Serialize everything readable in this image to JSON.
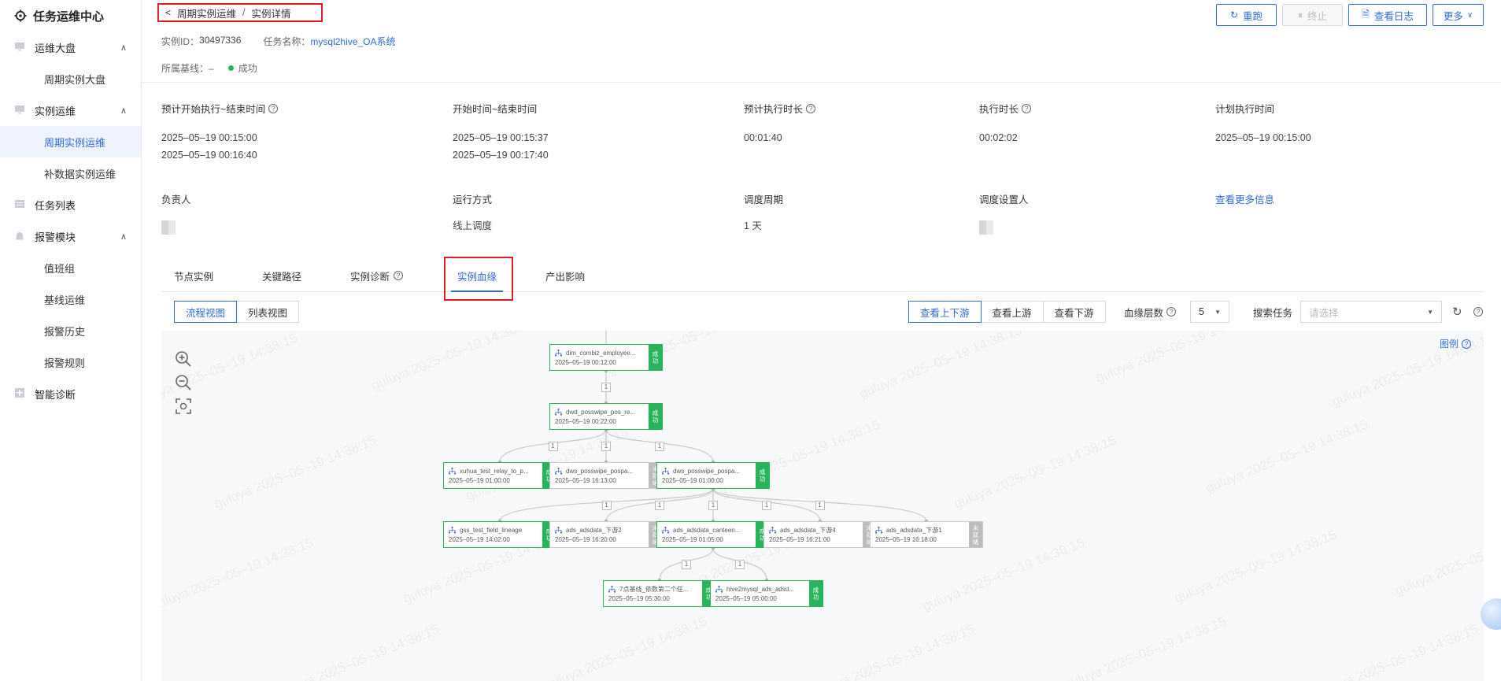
{
  "sidebar": {
    "title": "任务运维中心",
    "groups": [
      {
        "label": "运维大盘",
        "icon": "monitor-icon",
        "expanded": true,
        "items": [
          "周期实例大盘"
        ]
      },
      {
        "label": "实例运维",
        "icon": "monitor-icon",
        "expanded": true,
        "items": [
          "周期实例运维",
          "补数据实例运维"
        ]
      },
      {
        "label": "任务列表",
        "icon": "list-icon",
        "expanded": false,
        "items": []
      },
      {
        "label": "报警模块",
        "icon": "alarm-icon",
        "expanded": true,
        "items": [
          "值班组",
          "基线运维",
          "报警历史",
          "报警规则"
        ]
      },
      {
        "label": "智能诊断",
        "icon": "diagnose-icon",
        "expanded": false,
        "items": []
      }
    ],
    "active_item": "周期实例运维"
  },
  "breadcrumb": {
    "parent": "周期实例运维",
    "separator": "/",
    "current": "实例详情"
  },
  "meta": {
    "instance_id_label": "实例ID：",
    "instance_id": "30497336",
    "task_name_label": "任务名称：",
    "task_name": "mysql2hive_OA系统",
    "baseline_label": "所属基线：",
    "baseline": "–",
    "status": "成功"
  },
  "actions": {
    "rerun": "重跑",
    "terminate": "终止",
    "view_log": "查看日志",
    "more": "更多"
  },
  "info": {
    "expected_time_label": "预计开始执行~结束时间",
    "expected_start": "2025–05–19 00:15:00",
    "expected_end": "2025–05–19 00:16:40",
    "actual_time_label": "开始时间~结束时间",
    "actual_start": "2025–05–19 00:15:37",
    "actual_end": "2025–05–19 00:17:40",
    "expected_duration_label": "预计执行时长",
    "expected_duration": "00:01:40",
    "duration_label": "执行时长",
    "duration": "00:02:02",
    "plan_time_label": "计划执行时间",
    "plan_time": "2025–05–19 00:15:00",
    "owner_label": "负责人",
    "run_mode_label": "运行方式",
    "run_mode": "线上调度",
    "cycle_label": "调度周期",
    "cycle": "1 天",
    "setter_label": "调度设置人",
    "more_info": "查看更多信息"
  },
  "tabs": [
    "节点实例",
    "关键路径",
    "实例诊断",
    "实例血缘",
    "产出影响"
  ],
  "active_tab": "实例血缘",
  "toolbar": {
    "views": [
      "流程视图",
      "列表视图"
    ],
    "active_view": "流程视图",
    "directions": [
      "查看上下游",
      "查看上游",
      "查看下游"
    ],
    "active_direction": "查看上下游",
    "depth_label": "血缘层数",
    "depth": "5",
    "search_label": "搜索任务",
    "search_placeholder": "请选择"
  },
  "legend": "图例",
  "watermark": "guluya 2025–05–19 14:38:15",
  "graph": {
    "nodes": [
      {
        "name": "dim_combiz_employee...",
        "time": "2025–05–19 00:12:00",
        "status": "成功"
      },
      {
        "name": "dwd_posswipe_pos_re...",
        "time": "2025–05–19 00:22:00",
        "status": "成功"
      },
      {
        "name": "xuhua_test_relay_to_p...",
        "time": "2025–05–19 01:00:00",
        "status": "成功"
      },
      {
        "name": "dws_posswipe_pospa...",
        "time": "2025–05–19 16:13:00",
        "status": "未就绪"
      },
      {
        "name": "dws_posswipe_pospa...",
        "time": "2025–05–19 01:00:00",
        "status": "成功"
      },
      {
        "name": "gss_test_field_lineage",
        "time": "2025–05–19 14:02:00",
        "status": "成功"
      },
      {
        "name": "ads_adsdata_下游2",
        "time": "2025–05–19 16:20:00",
        "status": "未就绪"
      },
      {
        "name": "ads_adsdata_canteen...",
        "time": "2025–05–19 01:05:00",
        "status": "成功"
      },
      {
        "name": "ads_adsdata_下游4",
        "time": "2025–05–19 16:21:00",
        "status": "未就绪"
      },
      {
        "name": "ads_adsdata_下游1",
        "time": "2025–05–19 16:18:00",
        "status": "未就绪"
      },
      {
        "name": "7点基线_依数第二个任...",
        "time": "2025–05–19 05:30:00",
        "status": "成功"
      },
      {
        "name": "hive2mysql_ads_adsd...",
        "time": "2025–05–19 05:00:00",
        "status": "成功"
      }
    ],
    "edges": [
      {
        "from": 0,
        "to": 1,
        "label": "1"
      },
      {
        "from": 1,
        "to": 2,
        "label": "1"
      },
      {
        "from": 1,
        "to": 3,
        "label": "1"
      },
      {
        "from": 1,
        "to": 4,
        "label": "1"
      },
      {
        "from": 4,
        "to": 5,
        "label": "1"
      },
      {
        "from": 4,
        "to": 6,
        "label": "1"
      },
      {
        "from": 4,
        "to": 7,
        "label": "1"
      },
      {
        "from": 4,
        "to": 8,
        "label": "1"
      },
      {
        "from": 4,
        "to": 9,
        "label": "1"
      },
      {
        "from": 7,
        "to": 10,
        "label": "1"
      },
      {
        "from": 7,
        "to": 11,
        "label": "1"
      }
    ],
    "colors": {
      "success": "#27b45a",
      "pending": "#bdbdbd",
      "accent": "#2f6bd8"
    }
  }
}
